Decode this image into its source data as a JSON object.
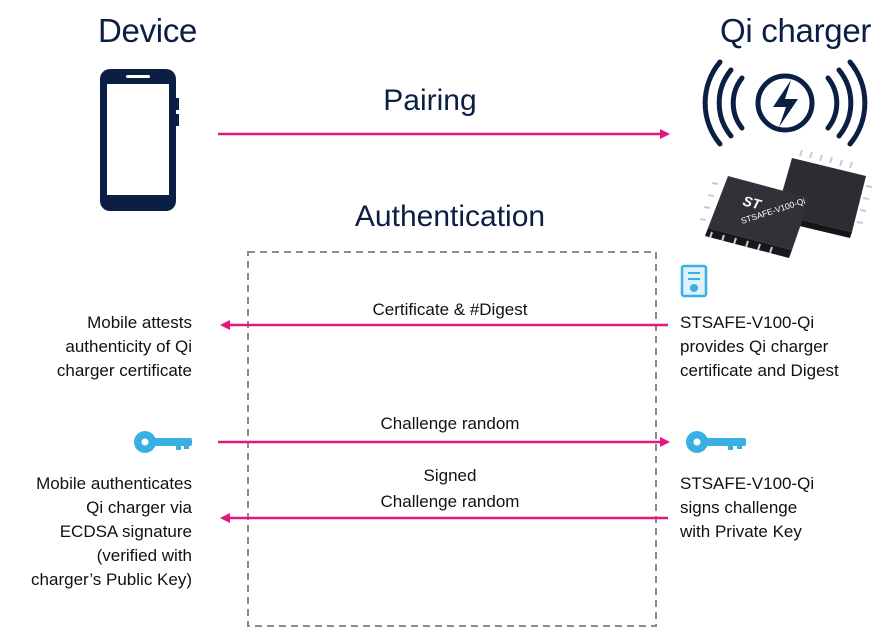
{
  "colors": {
    "navy": "#0b1f45",
    "magenta": "#e0197d",
    "key_blue": "#3ab0e2",
    "chip": "#2b2d33"
  },
  "headers": {
    "device": "Device",
    "charger": "Qi charger"
  },
  "steps": {
    "pairing": "Pairing",
    "authentication": "Authentication"
  },
  "arrows": {
    "certificate": "Certificate & #Digest",
    "challenge": "Challenge random",
    "signed_line1": "Signed",
    "signed_line2": "Challenge random"
  },
  "chip_label": "STSAFE-V100-Qi",
  "left_notes": {
    "attest": [
      "Mobile attests",
      "authenticity of Qi",
      "charger certificate"
    ],
    "authenticate": [
      "Mobile authenticates",
      "Qi charger via",
      "ECDSA signature",
      "(verified with",
      "charger’s Public Key)"
    ]
  },
  "right_notes": {
    "provides": [
      "STSAFE-V100-Qi",
      "provides Qi charger",
      "certificate and Digest"
    ],
    "signs": [
      "STSAFE-V100-Qi",
      "signs challenge",
      "with Private Key"
    ]
  },
  "icons": [
    "phone-icon",
    "wireless-charging-icon",
    "chip-icon",
    "certificate-icon",
    "key-icon"
  ]
}
